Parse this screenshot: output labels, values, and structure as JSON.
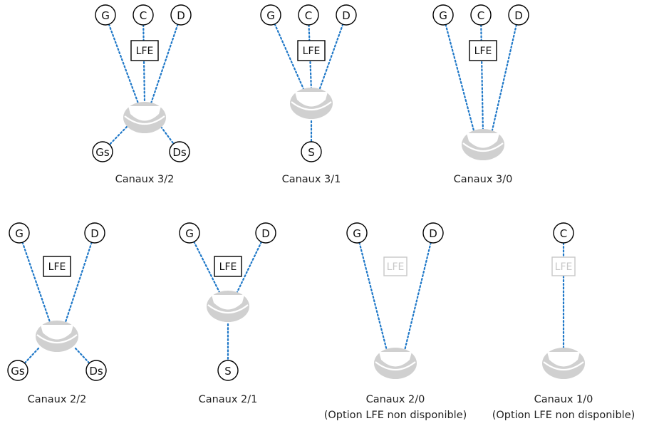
{
  "configs": [
    {
      "id": "3-2",
      "caption": "Canaux 3/2",
      "caption2": "",
      "front": [
        "G",
        "C",
        "D"
      ],
      "lfe": {
        "label": "LFE",
        "available": true
      },
      "rear": [
        "Gs",
        "Ds"
      ]
    },
    {
      "id": "3-1",
      "caption": "Canaux 3/1",
      "caption2": "",
      "front": [
        "G",
        "C",
        "D"
      ],
      "lfe": {
        "label": "LFE",
        "available": true
      },
      "rear": [
        "S"
      ]
    },
    {
      "id": "3-0",
      "caption": "Canaux 3/0",
      "caption2": "",
      "front": [
        "G",
        "C",
        "D"
      ],
      "lfe": {
        "label": "LFE",
        "available": true
      },
      "rear": []
    },
    {
      "id": "2-2",
      "caption": "Canaux 2/2",
      "caption2": "",
      "front": [
        "G",
        "D"
      ],
      "lfe": {
        "label": "LFE",
        "available": true
      },
      "rear": [
        "Gs",
        "Ds"
      ]
    },
    {
      "id": "2-1",
      "caption": "Canaux 2/1",
      "caption2": "",
      "front": [
        "G",
        "D"
      ],
      "lfe": {
        "label": "LFE",
        "available": true
      },
      "rear": [
        "S"
      ]
    },
    {
      "id": "2-0",
      "caption": "Canaux 2/0",
      "caption2": "(Option LFE non disponible)",
      "front": [
        "G",
        "D"
      ],
      "lfe": {
        "label": "LFE",
        "available": false
      },
      "rear": []
    },
    {
      "id": "1-0",
      "caption": "Canaux 1/0",
      "caption2": "(Option LFE non disponible)",
      "front": [
        "C"
      ],
      "lfe": {
        "label": "LFE",
        "available": false
      },
      "rear": []
    }
  ],
  "colors": {
    "cable": "#1f78c8",
    "listener": "#d0d0d0",
    "lfe_disabled": "#c8c8c8",
    "speaker_outline": "#000000"
  }
}
